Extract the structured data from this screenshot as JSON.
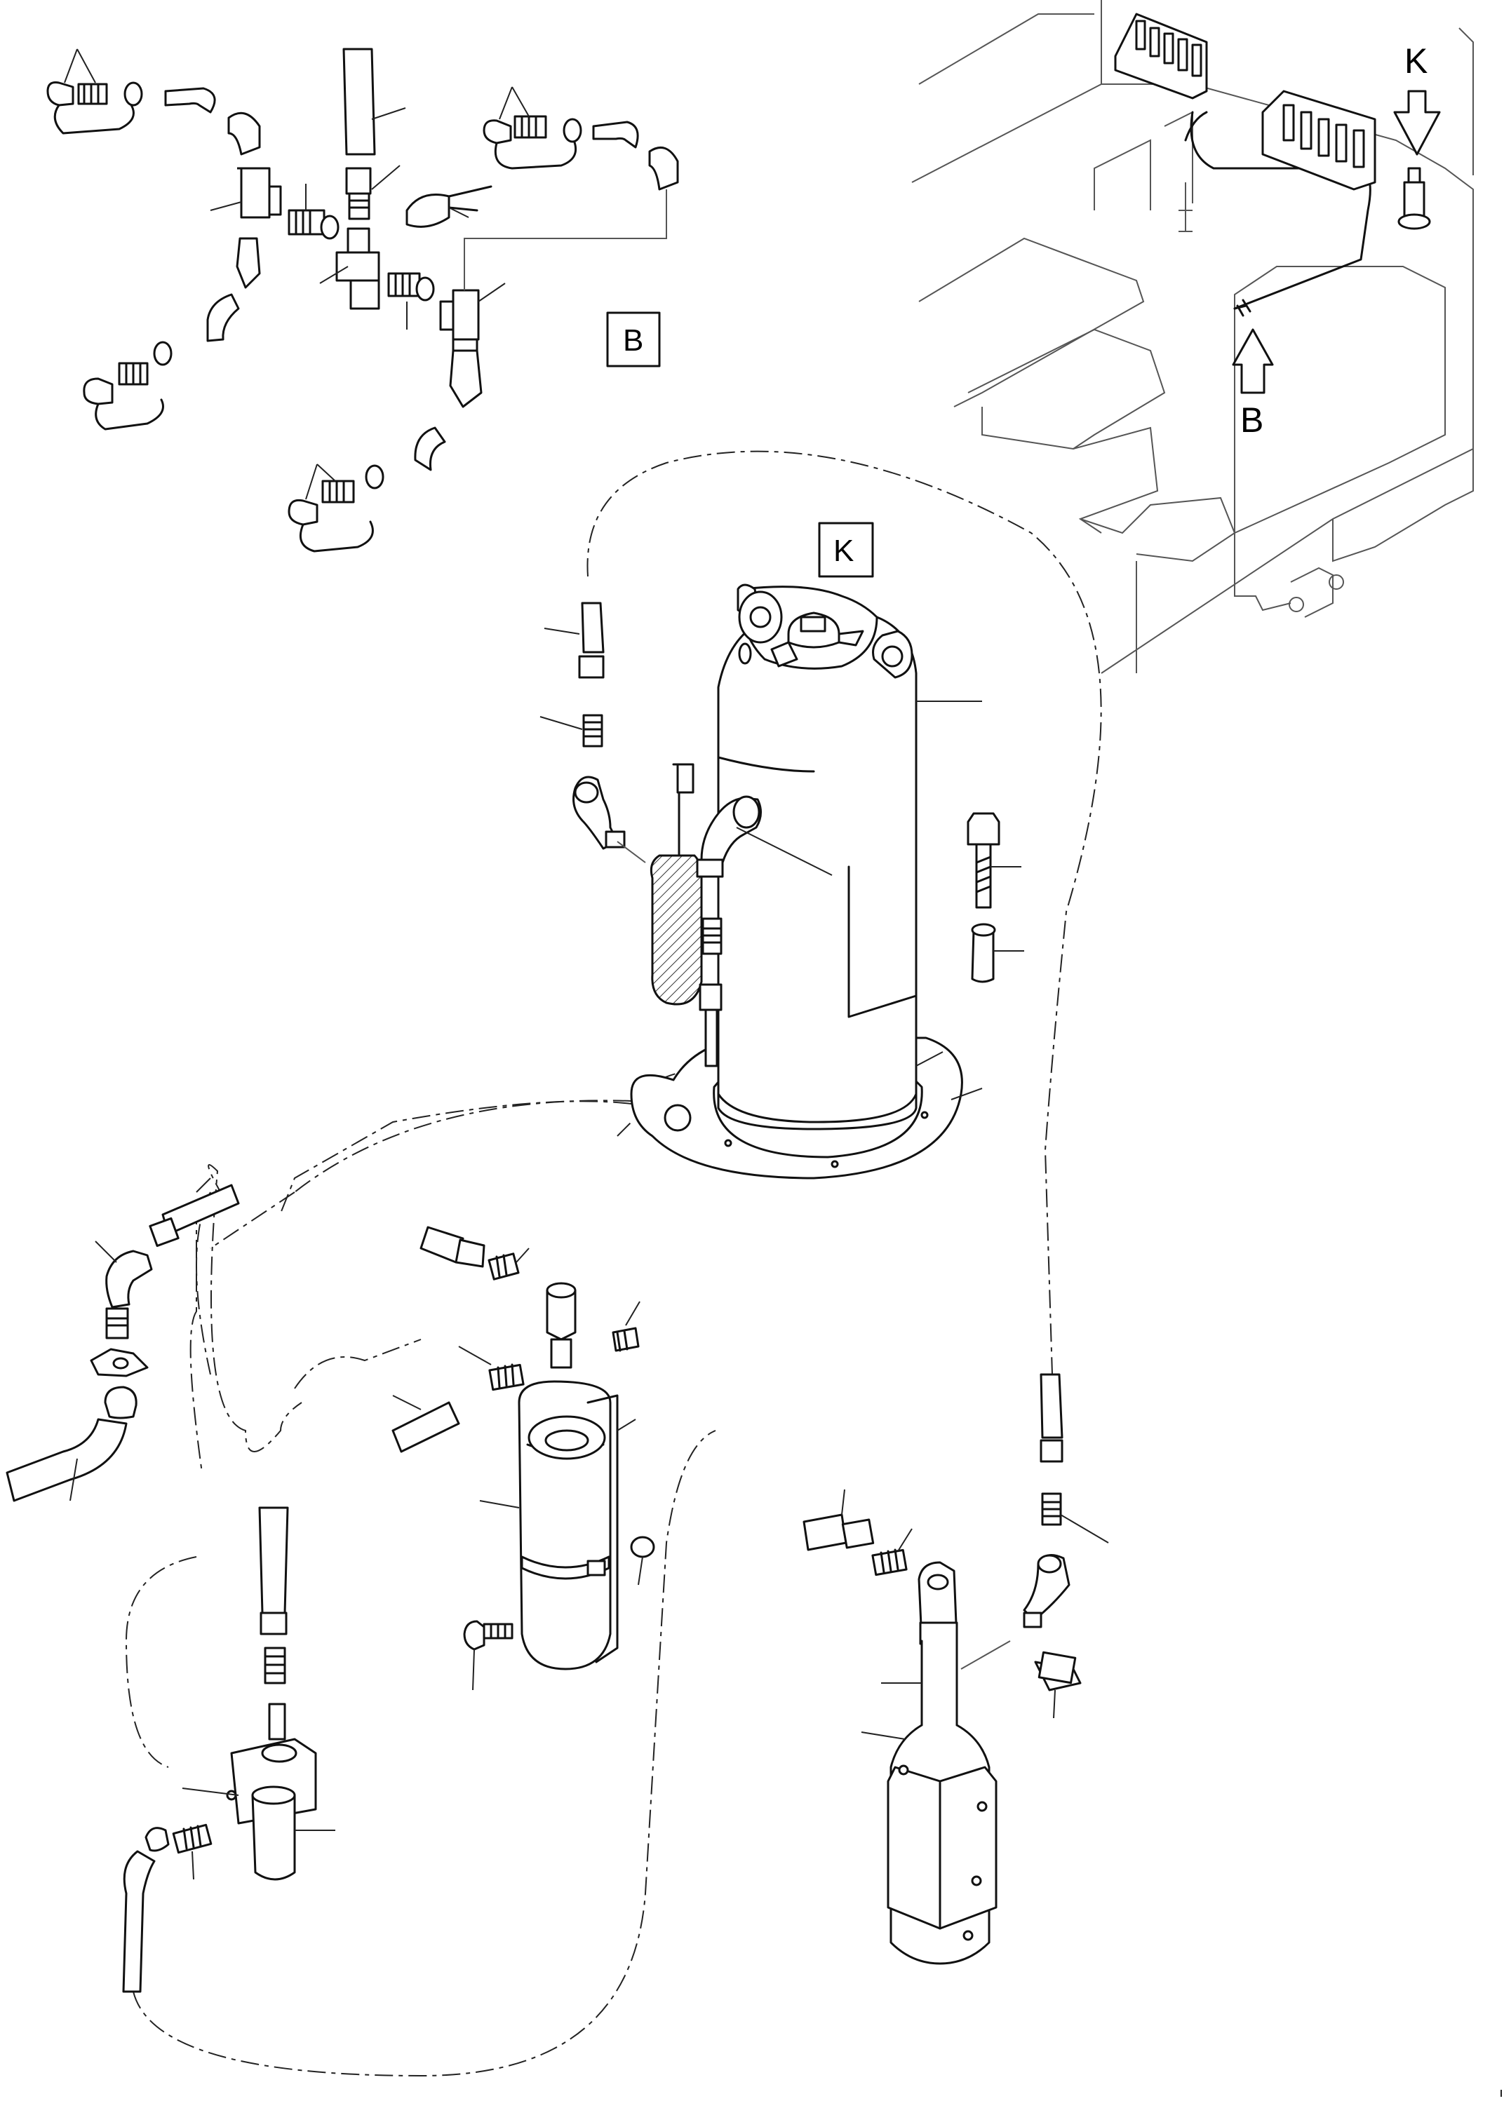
{
  "labels": {
    "view_k_arrow": "K",
    "view_b_arrow": "B",
    "view_b_box": "B",
    "view_k_box": "K"
  },
  "colors": {
    "line": "#111111",
    "machine_outline": "#555555",
    "background": "#ffffff"
  }
}
